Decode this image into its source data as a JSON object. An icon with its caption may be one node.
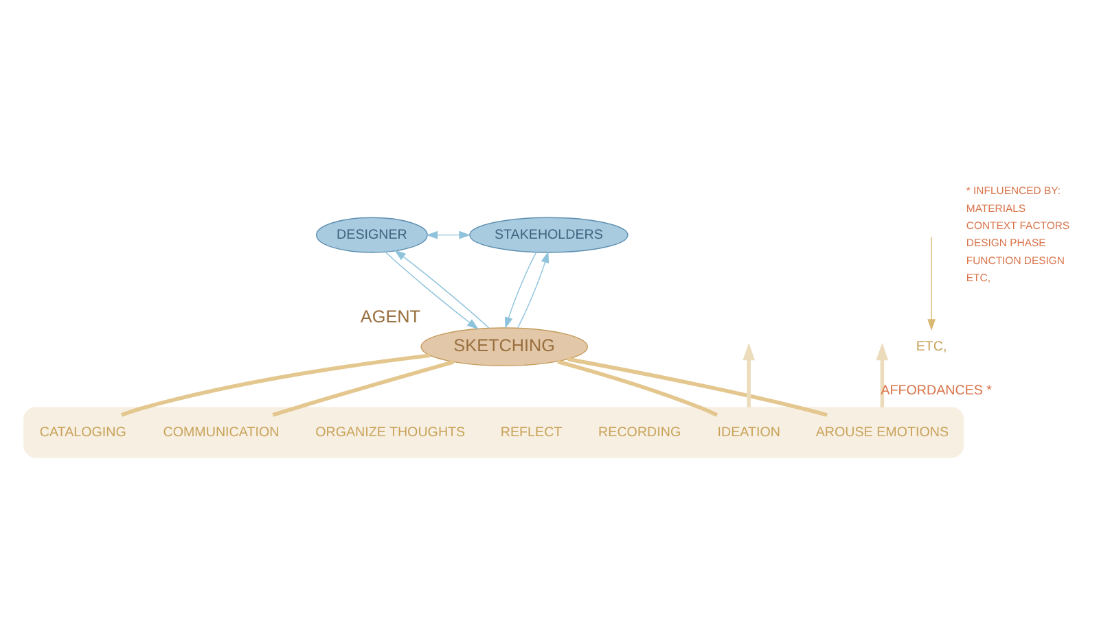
{
  "diagram": {
    "nodes": [
      {
        "text": [
          "DESIGNER"
        ]
      },
      {
        "text": [
          "STAKEHOLDERS"
        ]
      },
      {
        "text": [
          "SKETCHING"
        ],
        "beside": [
          "AGENT"
        ]
      },
      {
        "text": [],
        "shape": "cloud"
      },
      {
        "text": [
          "IDEATION"
        ],
        "in": 3
      },
      {
        "text": [
          "COMMUNICATION"
        ],
        "in": 3
      },
      {
        "text": [
          "RECORDING"
        ],
        "in": 3
      },
      {
        "text": [
          "REFLECT"
        ],
        "in": 3
      },
      {
        "text": [
          "ORGANIZE THOUGHTS"
        ],
        "in": 3
      },
      {
        "text": [
          "CATALOGING"
        ],
        "in": 3
      },
      {
        "text": [
          "AROUSE EMOTIONS"
        ],
        "in": 3
      },
      {
        "text": [
          "ETC,"
        ]
      }
    ],
    "edges": [
      {
        "from": 0,
        "to": 1,
        "arrow": "both",
        "color": "#8fc3dc"
      },
      {
        "from": 0,
        "to": 2,
        "arrow": "to",
        "color": "#8fc3dc"
      },
      {
        "from": 2,
        "to": 0,
        "arrow": "to",
        "color": "#8fc3dc"
      },
      {
        "from": 2,
        "to": 1,
        "arrow": "to",
        "color": "#8fc3dc"
      },
      {
        "from": 1,
        "to": 2,
        "arrow": "to",
        "color": "#8fc3dc"
      },
      {
        "from": 2,
        "to": 4,
        "arrow": "none",
        "style": "thick",
        "color": "#e3c78f"
      },
      {
        "from": 2,
        "to": 9,
        "arrow": "none",
        "style": "thick",
        "color": "#e3c78f"
      },
      {
        "from": 2,
        "to": 10,
        "arrow": "none",
        "style": "thick",
        "color": "#e3c78f"
      },
      {
        "from": 2,
        "to": 5,
        "arrow": "none",
        "style": "thick",
        "color": "#e3c78f"
      },
      {
        "from": 3,
        "to": null,
        "arrow": "to",
        "label": "AFFORDANCES *",
        "style": "thick",
        "color": "#ecdcbc"
      },
      {
        "from": 3,
        "to": null,
        "arrow": "to",
        "style": "thick",
        "color": "#ecdcbc"
      },
      {
        "from": null,
        "to": 11,
        "arrow": "to",
        "color": "#d9b873"
      }
    ],
    "labels": [
      "* INFLUENCED BY:",
      "MATERIALS",
      "CONTEXT FACTORS",
      "DESIGN PHASE",
      "FUNCTION DESIGN",
      "ETC,"
    ]
  }
}
